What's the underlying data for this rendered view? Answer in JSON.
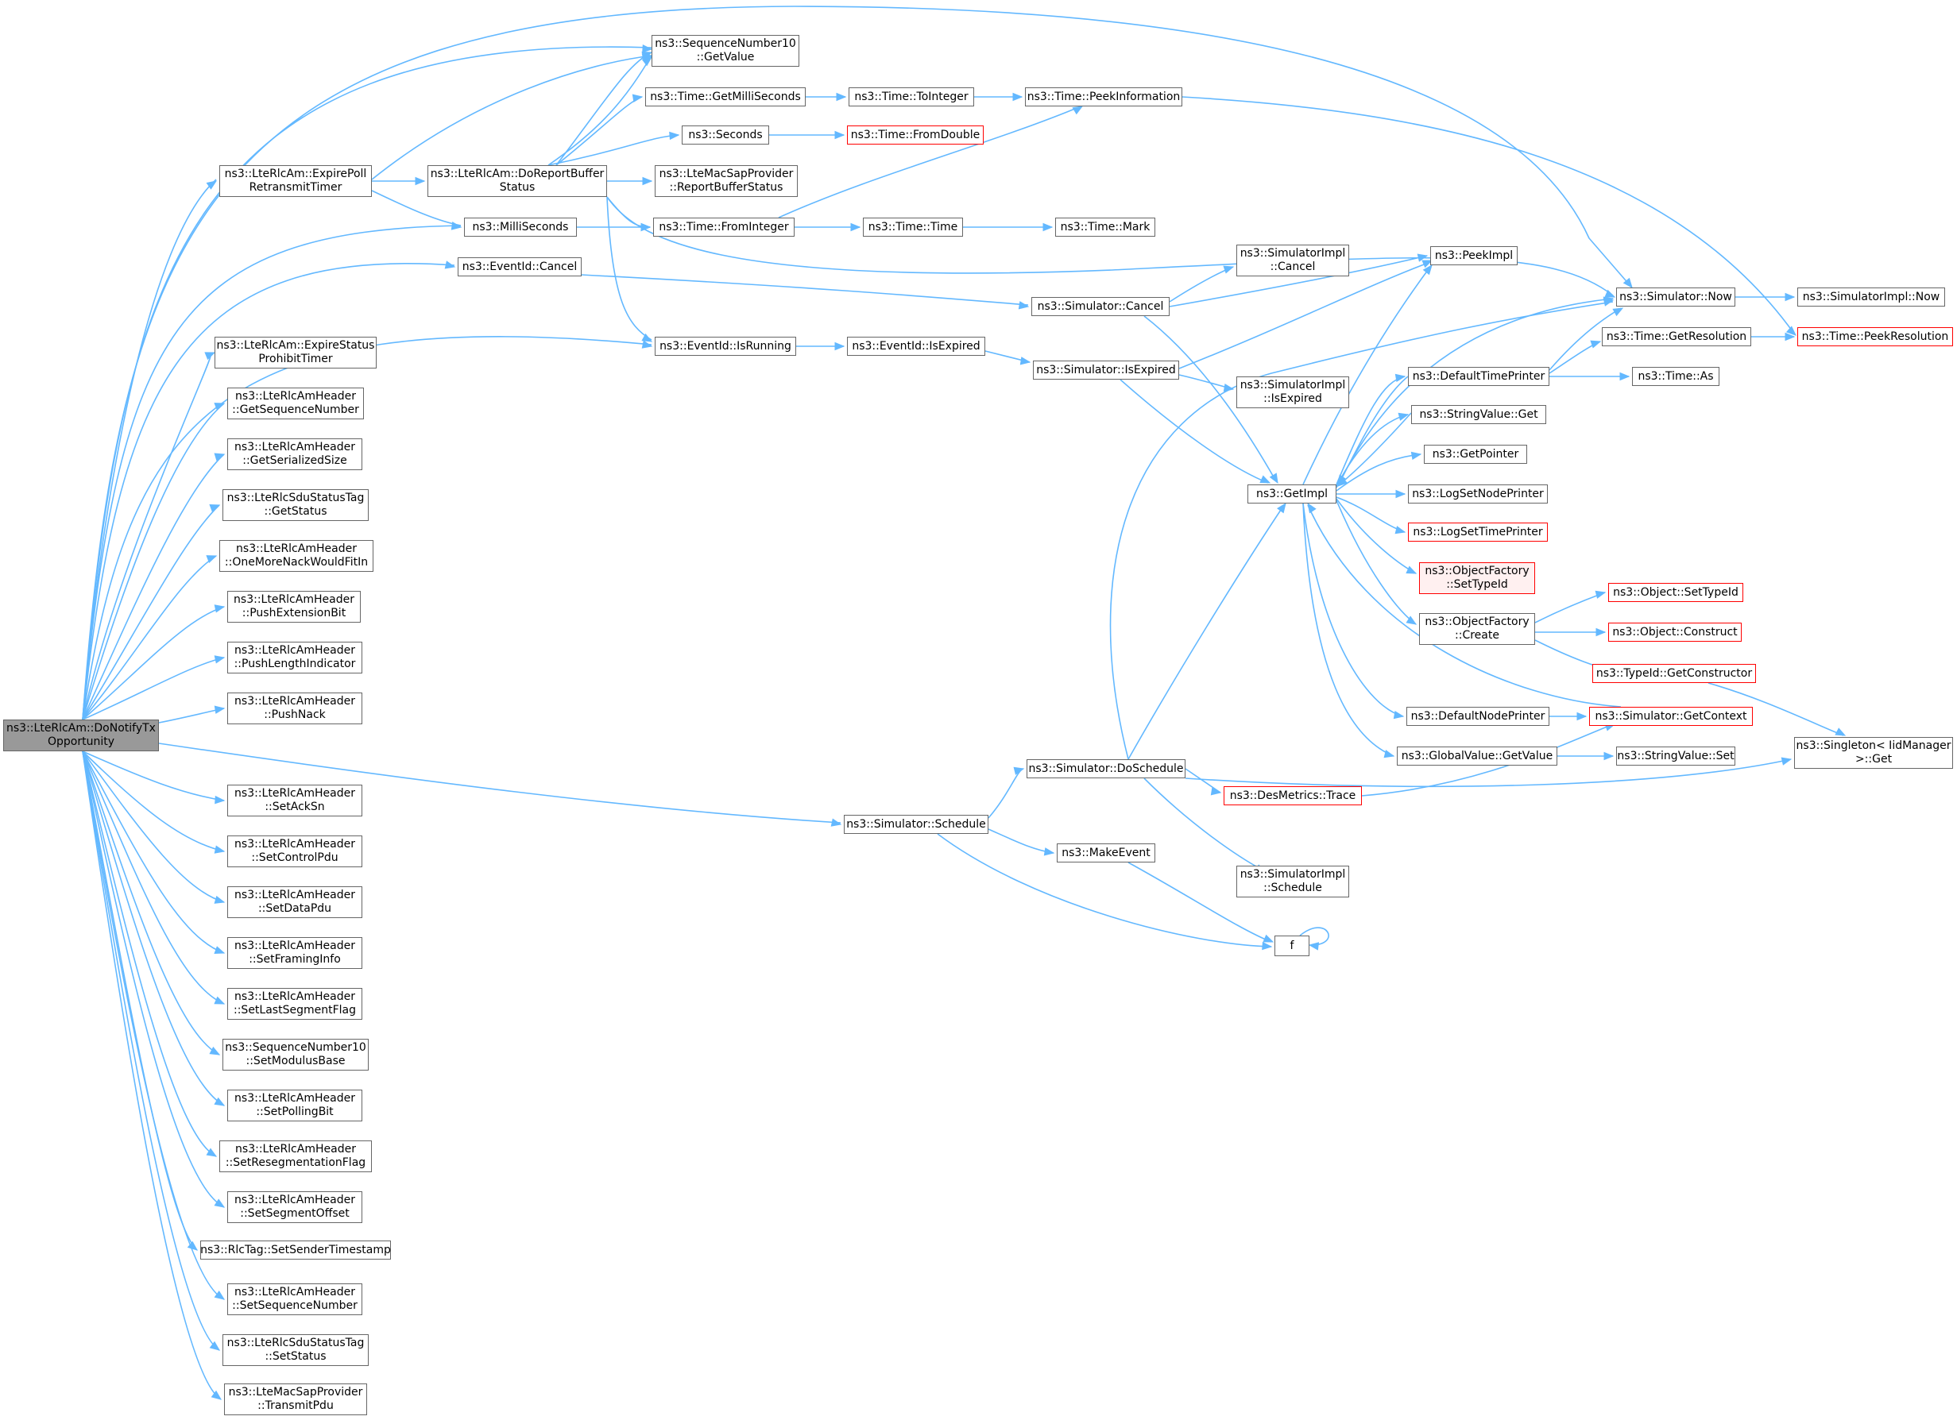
{
  "edge_color": "#63b8ff",
  "node_border": "#666666",
  "truncated_border": "#ff0000",
  "root_fill": "#999999",
  "nodes": [
    {
      "id": "root",
      "lines": [
        "ns3::LteRlcAm::DoNotifyTx",
        "Opportunity"
      ]
    },
    {
      "id": "sn10GetValue",
      "lines": [
        "ns3::SequenceNumber10",
        "::GetValue"
      ]
    },
    {
      "id": "timeGetMilliSeconds",
      "lines": [
        "ns3::Time::GetMilliSeconds"
      ]
    },
    {
      "id": "timeToInteger",
      "lines": [
        "ns3::Time::ToInteger"
      ]
    },
    {
      "id": "timePeekInformation",
      "lines": [
        "ns3::Time::PeekInformation"
      ]
    },
    {
      "id": "seconds",
      "lines": [
        "ns3::Seconds"
      ]
    },
    {
      "id": "timeFromDouble",
      "lines": [
        "ns3::Time::FromDouble"
      ]
    },
    {
      "id": "expirePoll",
      "lines": [
        "ns3::LteRlcAm::ExpirePoll",
        "RetransmitTimer"
      ]
    },
    {
      "id": "doReportBuffer",
      "lines": [
        "ns3::LteRlcAm::DoReportBuffer",
        "Status"
      ]
    },
    {
      "id": "reportBufferStatus",
      "lines": [
        "ns3::LteMacSapProvider",
        "::ReportBufferStatus"
      ]
    },
    {
      "id": "milliSeconds",
      "lines": [
        "ns3::MilliSeconds"
      ]
    },
    {
      "id": "timeFromInteger",
      "lines": [
        "ns3::Time::FromInteger"
      ]
    },
    {
      "id": "timeTime",
      "lines": [
        "ns3::Time::Time"
      ]
    },
    {
      "id": "timeMark",
      "lines": [
        "ns3::Time::Mark"
      ]
    },
    {
      "id": "eventIdCancel",
      "lines": [
        "ns3::EventId::Cancel"
      ]
    },
    {
      "id": "simImplCancel",
      "lines": [
        "ns3::SimulatorImpl",
        "::Cancel"
      ]
    },
    {
      "id": "peekImpl",
      "lines": [
        "ns3::PeekImpl"
      ]
    },
    {
      "id": "simulatorCancel",
      "lines": [
        "ns3::Simulator::Cancel"
      ]
    },
    {
      "id": "simulatorNow",
      "lines": [
        "ns3::Simulator::Now"
      ]
    },
    {
      "id": "simImplNow",
      "lines": [
        "ns3::SimulatorImpl::Now"
      ]
    },
    {
      "id": "timeGetResolution",
      "lines": [
        "ns3::Time::GetResolution"
      ]
    },
    {
      "id": "timePeekResolution",
      "lines": [
        "ns3::Time::PeekResolution"
      ]
    },
    {
      "id": "expireStatus",
      "lines": [
        "ns3::LteRlcAm::ExpireStatus",
        "ProhibitTimer"
      ]
    },
    {
      "id": "eventIdIsRunning",
      "lines": [
        "ns3::EventId::IsRunning"
      ]
    },
    {
      "id": "eventIdIsExpired",
      "lines": [
        "ns3::EventId::IsExpired"
      ]
    },
    {
      "id": "simulatorIsExpired",
      "lines": [
        "ns3::Simulator::IsExpired"
      ]
    },
    {
      "id": "defaultTimePrinter",
      "lines": [
        "ns3::DefaultTimePrinter"
      ]
    },
    {
      "id": "timeAs",
      "lines": [
        "ns3::Time::As"
      ]
    },
    {
      "id": "getSequenceNumber",
      "lines": [
        "ns3::LteRlcAmHeader",
        "::GetSequenceNumber"
      ]
    },
    {
      "id": "simImplIsExpired",
      "lines": [
        "ns3::SimulatorImpl",
        "::IsExpired"
      ]
    },
    {
      "id": "stringValueGet",
      "lines": [
        "ns3::StringValue::Get"
      ]
    },
    {
      "id": "getSerializedSize",
      "lines": [
        "ns3::LteRlcAmHeader",
        "::GetSerializedSize"
      ]
    },
    {
      "id": "getPointer",
      "lines": [
        "ns3::GetPointer"
      ]
    },
    {
      "id": "getImpl",
      "lines": [
        "ns3::GetImpl"
      ]
    },
    {
      "id": "logSetNodePrinter",
      "lines": [
        "ns3::LogSetNodePrinter"
      ]
    },
    {
      "id": "sduGetStatus",
      "lines": [
        "ns3::LteRlcSduStatusTag",
        "::GetStatus"
      ]
    },
    {
      "id": "logSetTimePrinter",
      "lines": [
        "ns3::LogSetTimePrinter"
      ]
    },
    {
      "id": "oneMoreNack",
      "lines": [
        "ns3::LteRlcAmHeader",
        "::OneMoreNackWouldFitIn"
      ]
    },
    {
      "id": "objFactorySetTypeId",
      "lines": [
        "ns3::ObjectFactory",
        "::SetTypeId"
      ]
    },
    {
      "id": "objectSetTypeId",
      "lines": [
        "ns3::Object::SetTypeId"
      ]
    },
    {
      "id": "pushExtensionBit",
      "lines": [
        "ns3::LteRlcAmHeader",
        "::PushExtensionBit"
      ]
    },
    {
      "id": "objFactoryCreate",
      "lines": [
        "ns3::ObjectFactory",
        "::Create"
      ]
    },
    {
      "id": "objectConstruct",
      "lines": [
        "ns3::Object::Construct"
      ]
    },
    {
      "id": "pushLengthIndicator",
      "lines": [
        "ns3::LteRlcAmHeader",
        "::PushLengthIndicator"
      ]
    },
    {
      "id": "typeIdGetConstructor",
      "lines": [
        "ns3::TypeId::GetConstructor"
      ]
    },
    {
      "id": "pushNack",
      "lines": [
        "ns3::LteRlcAmHeader",
        "::PushNack"
      ]
    },
    {
      "id": "defaultNodePrinter",
      "lines": [
        "ns3::DefaultNodePrinter"
      ]
    },
    {
      "id": "simulatorGetContext",
      "lines": [
        "ns3::Simulator::GetContext"
      ]
    },
    {
      "id": "singletonGet",
      "lines": [
        "ns3::Singleton< IidManager",
        ">::Get"
      ]
    },
    {
      "id": "globalValueGetValue",
      "lines": [
        "ns3::GlobalValue::GetValue"
      ]
    },
    {
      "id": "stringValueSet",
      "lines": [
        "ns3::StringValue::Set"
      ]
    },
    {
      "id": "simulatorDoSchedule",
      "lines": [
        "ns3::Simulator::DoSchedule"
      ]
    },
    {
      "id": "desMetricsTrace",
      "lines": [
        "ns3::DesMetrics::Trace"
      ]
    },
    {
      "id": "setAckSn",
      "lines": [
        "ns3::LteRlcAmHeader",
        "::SetAckSn"
      ]
    },
    {
      "id": "simulatorSchedule",
      "lines": [
        "ns3::Simulator::Schedule"
      ]
    },
    {
      "id": "setControlPdu",
      "lines": [
        "ns3::LteRlcAmHeader",
        "::SetControlPdu"
      ]
    },
    {
      "id": "makeEvent",
      "lines": [
        "ns3::MakeEvent"
      ]
    },
    {
      "id": "setDataPdu",
      "lines": [
        "ns3::LteRlcAmHeader",
        "::SetDataPdu"
      ]
    },
    {
      "id": "simImplSchedule",
      "lines": [
        "ns3::SimulatorImpl",
        "::Schedule"
      ]
    },
    {
      "id": "setFramingInfo",
      "lines": [
        "ns3::LteRlcAmHeader",
        "::SetFramingInfo"
      ]
    },
    {
      "id": "f",
      "lines": [
        "f"
      ]
    },
    {
      "id": "setLastSegmentFlag",
      "lines": [
        "ns3::LteRlcAmHeader",
        "::SetLastSegmentFlag"
      ]
    },
    {
      "id": "sn10SetModulusBase",
      "lines": [
        "ns3::SequenceNumber10",
        "::SetModulusBase"
      ]
    },
    {
      "id": "setPollingBit",
      "lines": [
        "ns3::LteRlcAmHeader",
        "::SetPollingBit"
      ]
    },
    {
      "id": "setResegmentationFlag",
      "lines": [
        "ns3::LteRlcAmHeader",
        "::SetResegmentationFlag"
      ]
    },
    {
      "id": "setSegmentOffset",
      "lines": [
        "ns3::LteRlcAmHeader",
        "::SetSegmentOffset"
      ]
    },
    {
      "id": "rlcTagSetSenderTimestamp",
      "lines": [
        "ns3::RlcTag::SetSenderTimestamp"
      ]
    },
    {
      "id": "setSequenceNumber",
      "lines": [
        "ns3::LteRlcAmHeader",
        "::SetSequenceNumber"
      ]
    },
    {
      "id": "sduSetStatus",
      "lines": [
        "ns3::LteRlcSduStatusTag",
        "::SetStatus"
      ]
    },
    {
      "id": "transmitPdu",
      "lines": [
        "ns3::LteMacSapProvider",
        "::TransmitPdu"
      ]
    }
  ]
}
